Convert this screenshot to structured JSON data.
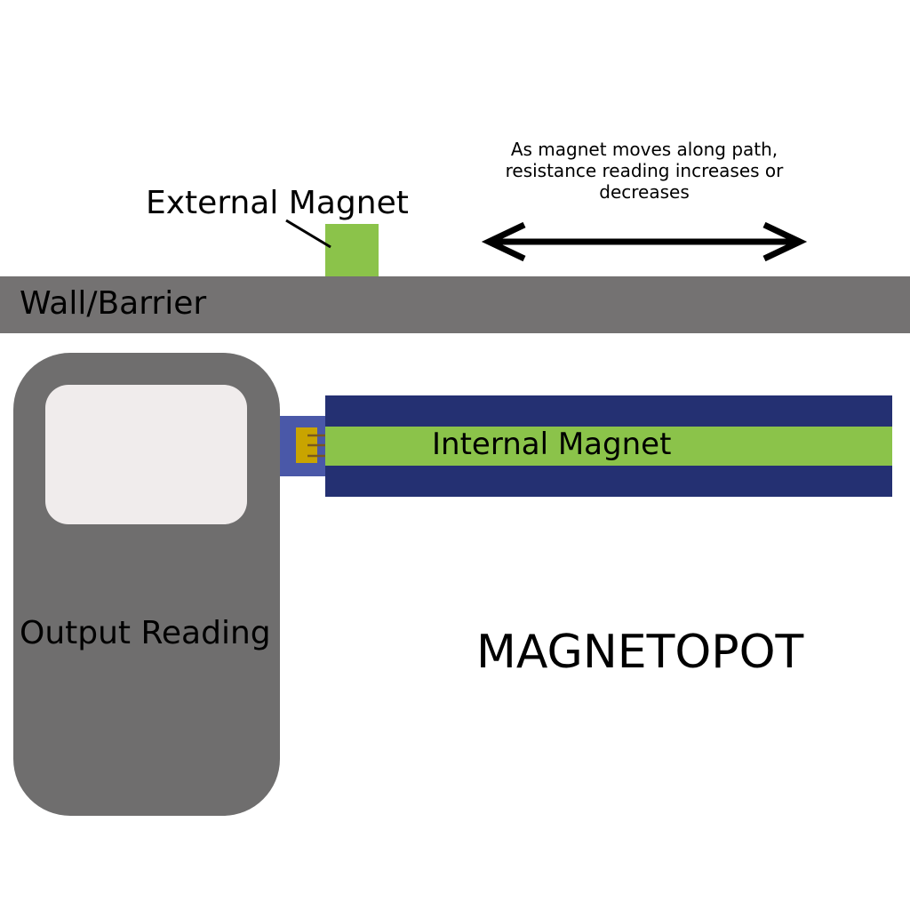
{
  "diagram": {
    "title": "MAGNETOPOT",
    "motion_caption": {
      "line1": "As magnet moves along path,",
      "line2": "resistance reading increases or",
      "line3": "decreases"
    },
    "labels": {
      "external_magnet": "External Magnet",
      "wall_barrier": "Wall/Barrier",
      "internal_magnet": "Internal Magnet",
      "output_reading": "Output Reading"
    },
    "colors": {
      "magnet_green": "#8BC34A",
      "wall_gray": "#747272",
      "device_gray": "#6F6E6E",
      "screen_white": "#F0ECEC",
      "track_navy": "#243072",
      "connector_blue": "#4A58A8",
      "terminal_gold": "#C9A400",
      "pin_brown": "#7A5A1E",
      "arrow_black": "#000000"
    }
  }
}
